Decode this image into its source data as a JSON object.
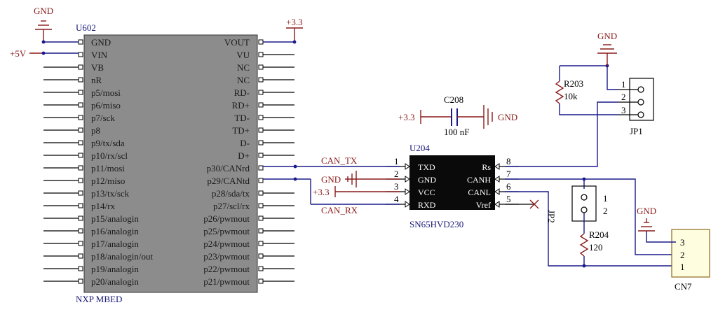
{
  "mbed": {
    "ref": "U602",
    "part": "NXP MBED",
    "left_pins": [
      "GND",
      "VIN",
      "VB",
      "nR",
      "p5/mosi",
      "p6/miso",
      "p7/sck",
      "p8",
      "p9/tx/sda",
      "p10/rx/scl",
      "p11/mosi",
      "p12/miso",
      "p13/tx/sck",
      "p14/rx",
      "p15/analogin",
      "p16/analogin",
      "p17/analogin",
      "p18/analogin/out",
      "p19/analogin",
      "p20/analogin"
    ],
    "right_pins": [
      "VOUT",
      "VU",
      "NC",
      "NC",
      "RD-",
      "RD+",
      "TD-",
      "TD+",
      "D-",
      "D+",
      "p30/CANrd",
      "p29/CANtd",
      "p28/sda/tx",
      "p27/scl/rx",
      "p26/pwmout",
      "p25/pwmout",
      "p24/pwmout",
      "p23/pwmout",
      "p22/pwmout",
      "p21/pwmout"
    ]
  },
  "transceiver": {
    "ref": "U204",
    "part": "SN65HVD230",
    "left_pins": [
      "TXD",
      "GND",
      "VCC",
      "RXD"
    ],
    "left_nums": [
      "1",
      "2",
      "3",
      "4"
    ],
    "right_pins": [
      "Rs",
      "CANH",
      "CANL",
      "Vref"
    ],
    "right_nums": [
      "8",
      "7",
      "6",
      "5"
    ]
  },
  "nets": {
    "gnd": "GND",
    "p5v": "+5V",
    "p33": "+3.3",
    "can_tx": "CAN_TX",
    "can_rx": "CAN_RX"
  },
  "c208": {
    "ref": "C208",
    "value": "100 nF"
  },
  "r203": {
    "ref": "R203",
    "value": "10k"
  },
  "r204": {
    "ref": "R204",
    "value": "120"
  },
  "jp1": {
    "ref": "JP1",
    "pins": [
      "1",
      "2",
      "3"
    ]
  },
  "jp2": {
    "ref": "JP2",
    "pins": [
      "1",
      "2"
    ]
  },
  "cn7": {
    "ref": "CN7",
    "pins": [
      "3",
      "2",
      "1"
    ]
  }
}
